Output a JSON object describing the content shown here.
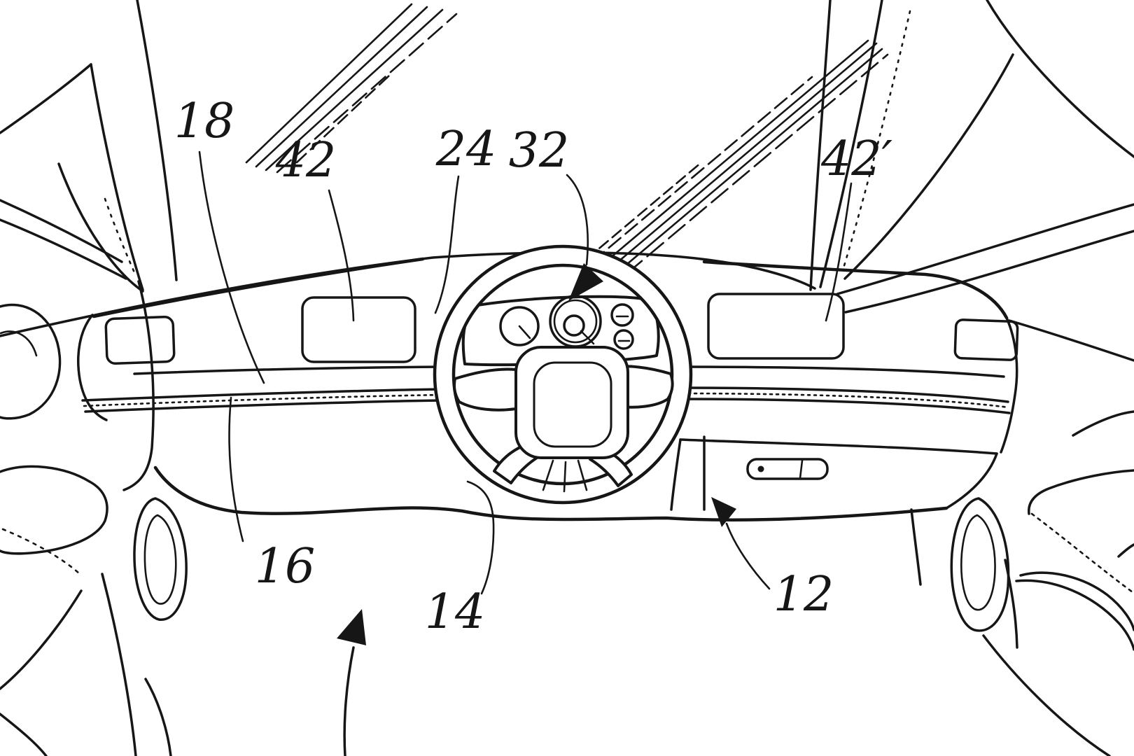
{
  "figure": {
    "kind": "patent-line-drawing",
    "subject": "vehicle-dashboard-interior",
    "background_color": "#ffffff",
    "line_color": "#161616"
  },
  "labels": {
    "n18": {
      "text": "18"
    },
    "n42": {
      "text": "42"
    },
    "n24": {
      "text": "24"
    },
    "n32": {
      "text": "32"
    },
    "n42p": {
      "text": "42′"
    },
    "n16": {
      "text": "16"
    },
    "n14": {
      "text": "14"
    },
    "n12": {
      "text": "12"
    }
  }
}
